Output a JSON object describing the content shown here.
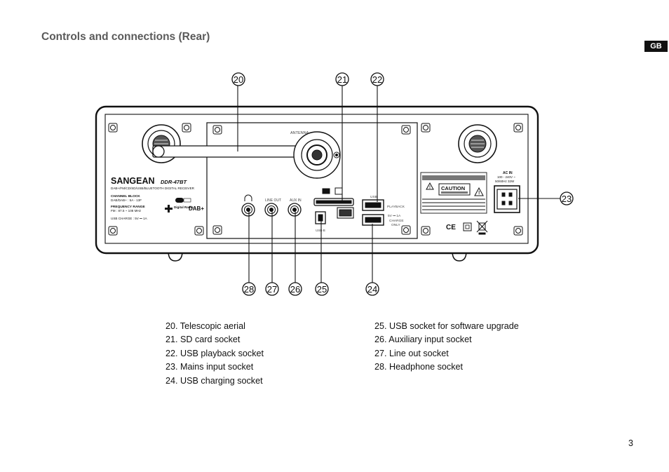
{
  "page": {
    "title": "Controls and connections (Rear)",
    "language_badge": "GB",
    "page_number": "3"
  },
  "device": {
    "brand": "SANGEAN",
    "model": "DDR-47BT",
    "subtitle": "DAB+/FM/CD/SD/USB/BLUETOOTH DIGITAL RECEIVER",
    "channel_block_label": "CHANNEL BLOCK",
    "channel_block_value": "DAB/DAB+ : 5A - 13F",
    "frequency_range_label": "FREQUENCY RANGE",
    "frequency_range_value": "FM : 87.5 ~ 108 MHz",
    "usb_charge": "USB CHARGE : 5V ⎓ 1A",
    "digital_radio_logo": "Digital Radio",
    "dab_logo": "DAB+",
    "antenna_label": "ANTENNA",
    "line_out_label": "LINE OUT",
    "aux_in_label": "AUX IN",
    "usb_label": "USB",
    "playback_label": "PLAYBACK",
    "charge_rating": "5V ⎓ 1A",
    "charge_only_1": "CHARGE",
    "charge_only_2": "ONLY",
    "usb_b_label": "USB-B",
    "caution_label": "CAUTION",
    "ac_in_label": "AC IN",
    "ac_in_voltage": "100 - 240V ~",
    "ac_in_freq": "50/60Hz 32W",
    "ce_mark": "CE"
  },
  "callouts": [
    "20",
    "21",
    "22",
    "23",
    "24",
    "25",
    "26",
    "27",
    "28"
  ],
  "legend": {
    "left": [
      "20. Telescopic aerial",
      "21. SD card socket",
      "22. USB playback socket",
      "23. Mains input socket",
      "24. USB charging socket"
    ],
    "right": [
      "25. USB socket for software upgrade",
      "26. Auxiliary input socket",
      "27. Line out socket",
      "28. Headphone socket"
    ]
  }
}
